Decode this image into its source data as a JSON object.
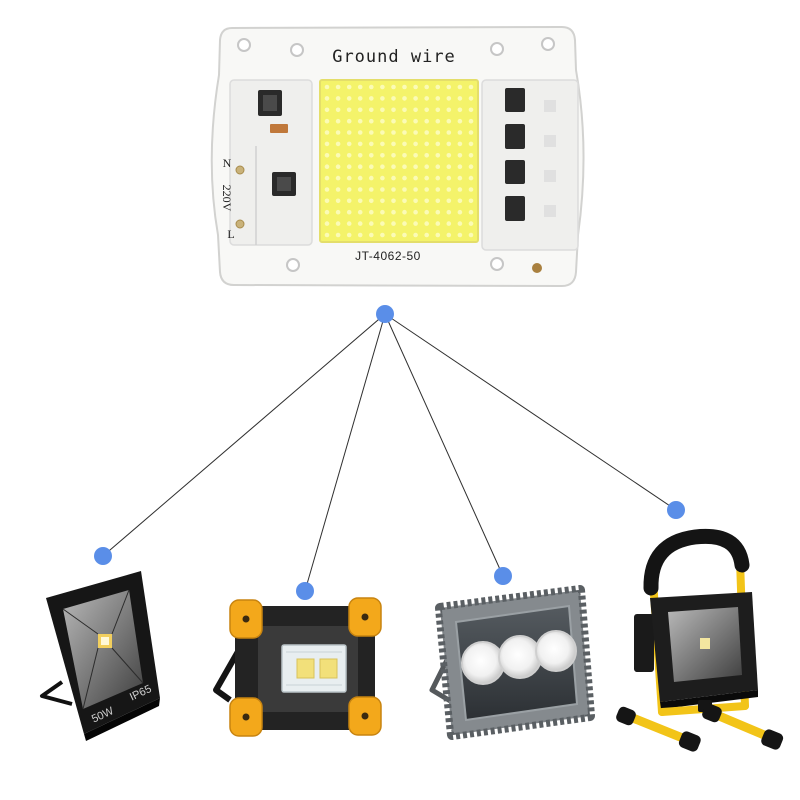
{
  "chip": {
    "ground_label": "Ground wire",
    "terminal_n": "N",
    "voltage": "220V",
    "terminal_l": "L",
    "model": "JT-4062-50"
  },
  "floodlight": {
    "wattage": "50W",
    "rating": "IP65"
  },
  "colors": {
    "connector_dot": "#5a8ee8",
    "led_emitter": "#f4f36a",
    "stand_yellow": "#f2c418",
    "bumper_orange": "#f3a81b"
  }
}
